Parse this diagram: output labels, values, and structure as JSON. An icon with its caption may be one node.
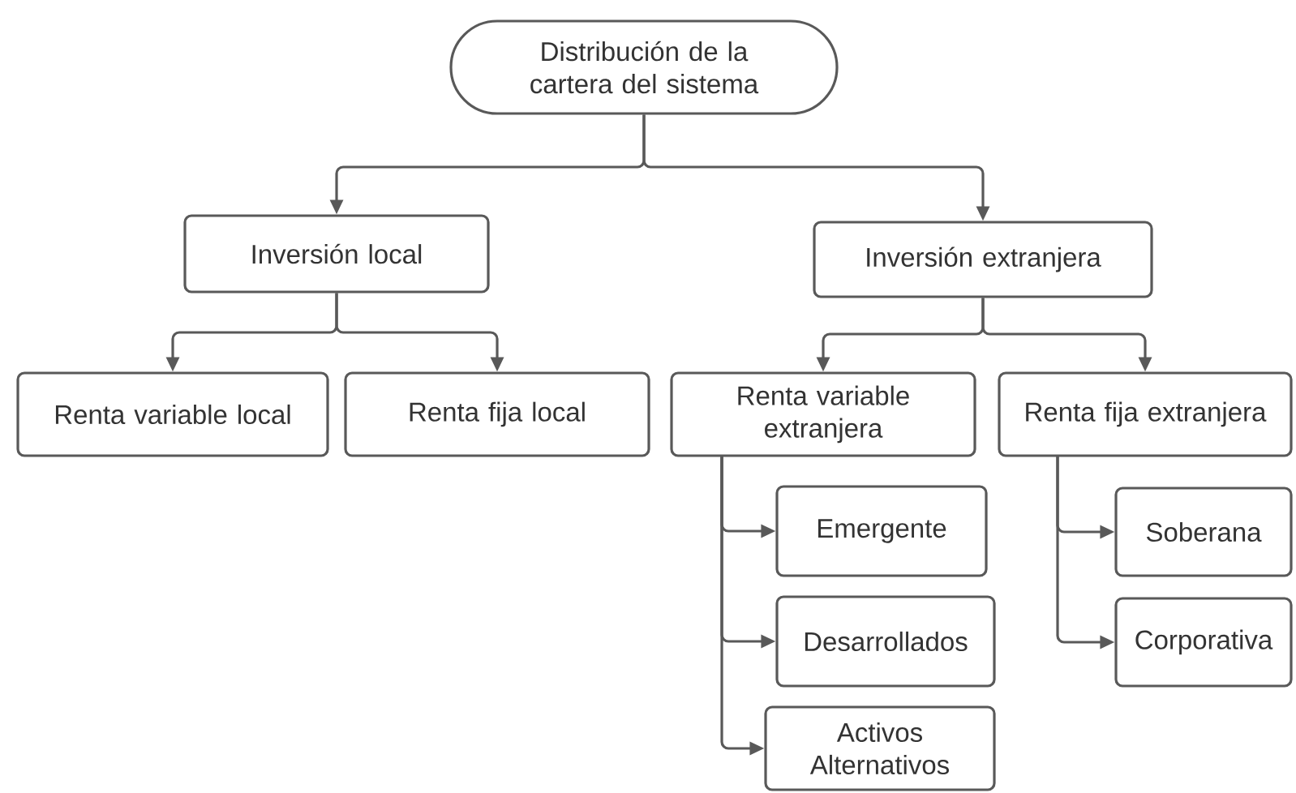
{
  "diagram": {
    "nodes": [
      {
        "text": [
          "Distribución de la cartera del sistema"
        ]
      },
      {
        "text": [
          "Inversión local"
        ]
      },
      {
        "text": [
          "Inversión extranjera"
        ]
      },
      {
        "text": [
          "Renta variable local"
        ]
      },
      {
        "text": [
          "Renta fija local"
        ]
      },
      {
        "text": [
          "Renta variable extranjera"
        ]
      },
      {
        "text": [
          "Renta fija extranjera"
        ]
      },
      {
        "text": [
          "Emergente"
        ]
      },
      {
        "text": [
          "Desarrollados"
        ]
      },
      {
        "text": [
          "Activos Alternativos"
        ]
      },
      {
        "text": [
          "Soberana"
        ]
      },
      {
        "text": [
          "Corporativa"
        ]
      }
    ],
    "edges": [
      {
        "from": 0,
        "to": 1,
        "arrow": "to"
      },
      {
        "from": 0,
        "to": 2,
        "arrow": "to"
      },
      {
        "from": 1,
        "to": 3,
        "arrow": "to"
      },
      {
        "from": 1,
        "to": 4,
        "arrow": "to"
      },
      {
        "from": 2,
        "to": 5,
        "arrow": "to"
      },
      {
        "from": 2,
        "to": 6,
        "arrow": "to"
      },
      {
        "from": 5,
        "to": 7,
        "arrow": "to"
      },
      {
        "from": 5,
        "to": 8,
        "arrow": "to"
      },
      {
        "from": 5,
        "to": 9,
        "arrow": "to"
      },
      {
        "from": 6,
        "to": 10,
        "arrow": "to"
      },
      {
        "from": 6,
        "to": 11,
        "arrow": "to"
      }
    ]
  }
}
